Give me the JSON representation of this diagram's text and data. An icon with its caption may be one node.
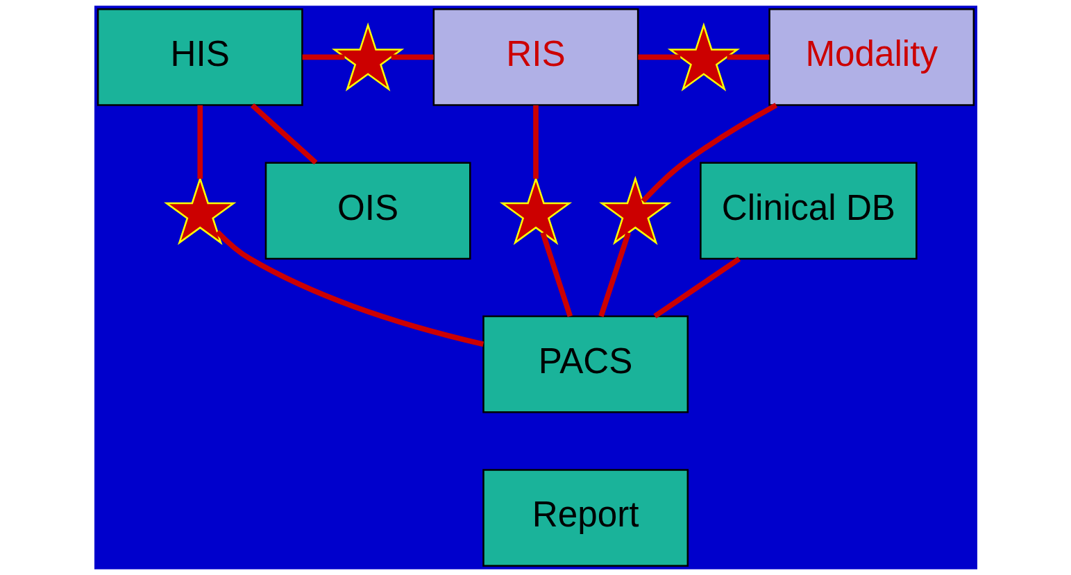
{
  "diagram": {
    "nodes": [
      {
        "text": [
          "HIS"
        ]
      },
      {
        "text": [],
        "shape": "star"
      },
      {
        "text": [
          "RIS"
        ]
      },
      {
        "text": [],
        "shape": "star"
      },
      {
        "text": [
          "Modality"
        ]
      },
      {
        "text": [],
        "shape": "star"
      },
      {
        "text": [],
        "shape": "star"
      },
      {
        "text": [],
        "shape": "star"
      },
      {
        "text": [
          "OIS"
        ]
      },
      {
        "text": [
          "Clinical DB"
        ]
      },
      {
        "text": [
          "PACS"
        ]
      },
      {
        "text": [
          "Report"
        ]
      }
    ],
    "edges": [
      {
        "from": 0,
        "to": 1,
        "arrow": "none"
      },
      {
        "from": 1,
        "to": 2,
        "arrow": "none"
      },
      {
        "from": 2,
        "to": 3,
        "arrow": "none"
      },
      {
        "from": 3,
        "to": 4,
        "arrow": "none"
      },
      {
        "from": 0,
        "to": 5,
        "arrow": "none"
      },
      {
        "from": 5,
        "to": 10,
        "arrow": "none"
      },
      {
        "from": 2,
        "to": 6,
        "arrow": "none"
      },
      {
        "from": 6,
        "to": 10,
        "arrow": "none"
      },
      {
        "from": 4,
        "to": 7,
        "arrow": "none"
      },
      {
        "from": 7,
        "to": 10,
        "arrow": "none"
      },
      {
        "from": 0,
        "to": 8,
        "arrow": "none"
      },
      {
        "from": 9,
        "to": 10,
        "arrow": "none"
      }
    ]
  }
}
